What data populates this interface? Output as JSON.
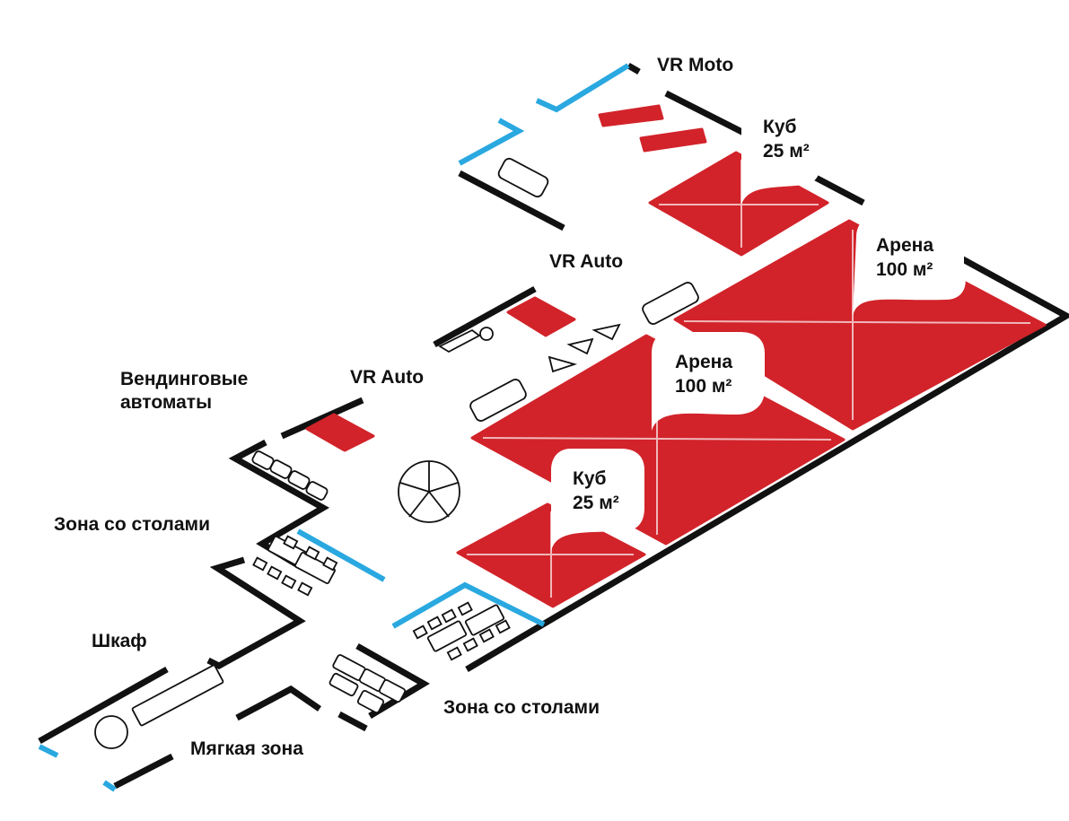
{
  "labels": {
    "vr_moto": "VR Moto",
    "vr_auto_top": "VR Auto",
    "vr_auto_mid": "VR Auto",
    "vending": "Вендинговые автоматы",
    "tables_left": "Зона со столами",
    "wardrobe": "Шкаф",
    "tables_bottom": "Зона со столами",
    "soft_zone": "Мягкая зона"
  },
  "zones": {
    "cube_top": {
      "name": "Куб",
      "area": "25 м²"
    },
    "arena_top": {
      "name": "Арена",
      "area": "100 м²"
    },
    "arena_mid": {
      "name": "Арена",
      "area": "100 м²"
    },
    "cube_bottom": {
      "name": "Куб",
      "area": "25 м²"
    }
  },
  "colors": {
    "zone_red": "#d2232a",
    "wall": "#111111",
    "glass_blue": "#2aa8e0",
    "arrow": "#f0b7ba"
  }
}
